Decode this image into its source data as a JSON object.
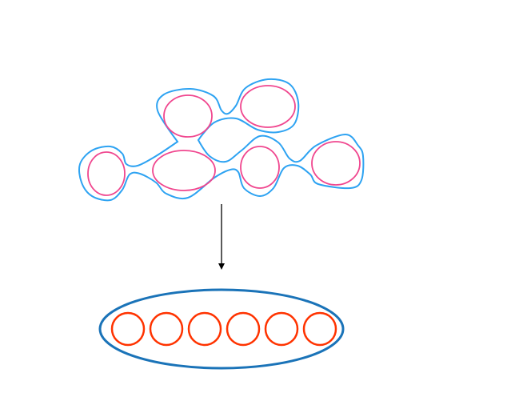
{
  "diagram": {
    "colors": {
      "cluster_outline": "#2ea3f2",
      "cluster_items": "#f0478f",
      "arrow": "#000000",
      "container_outline": "#1a73b8",
      "container_items": "#ff3300",
      "background": "#ffffff"
    },
    "top_cluster": {
      "item_count": 6,
      "shape": "irregular blob enclosing ellipses"
    },
    "bottom_container": {
      "item_count": 6,
      "shape": "ellipse enclosing circles in a row"
    },
    "arrow": {
      "direction": "down"
    }
  }
}
